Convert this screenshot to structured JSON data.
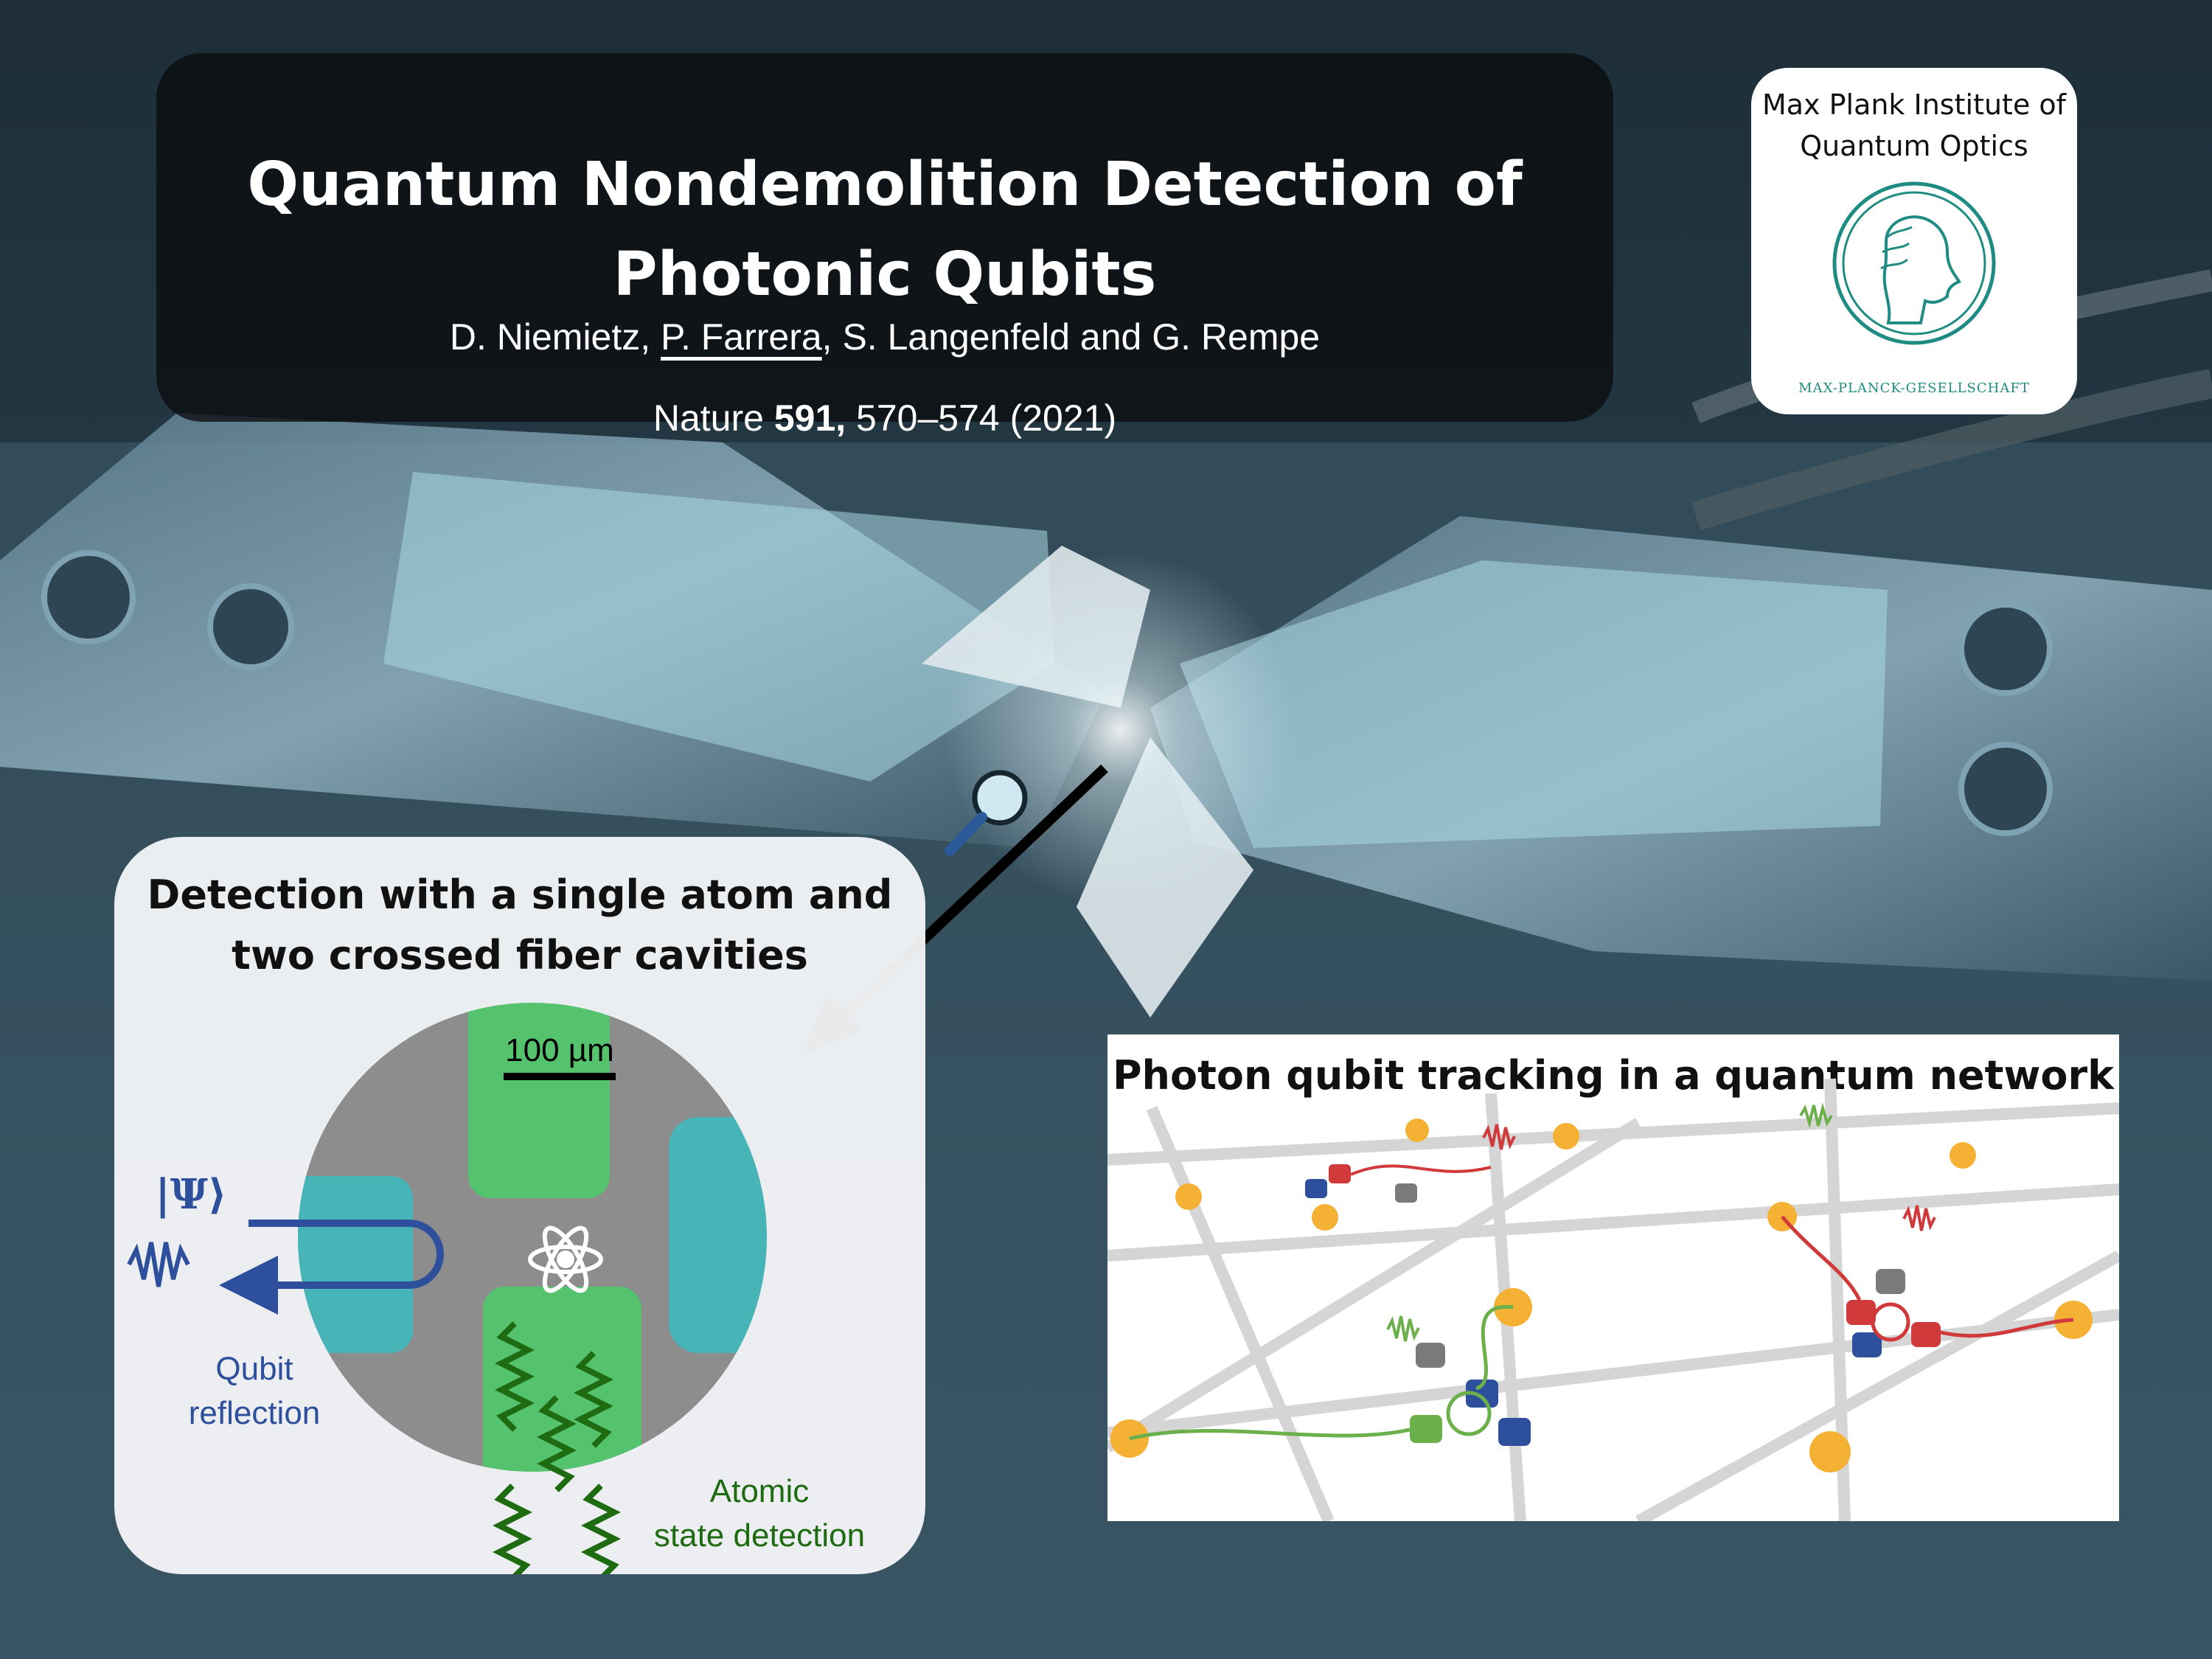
{
  "header": {
    "title_line1": "Quantum Nondemolition Detection of",
    "title_line2": "Photonic Qubits",
    "author1": "D. Niemietz, ",
    "author2": "P. Farrera",
    "author3": ", S. Langenfeld and G. Rempe",
    "journal": "Nature ",
    "volume": "591,",
    "pages_year": " 570–574 (2021)"
  },
  "logo": {
    "institute_line1": "Max Plank Institute of",
    "institute_line2": "Quantum Optics",
    "society": "MAX-PLANCK-GESELLSCHAFT"
  },
  "left_panel": {
    "title_line1": "Detection with a single atom and",
    "title_line2": "two crossed fiber cavities",
    "scale": "100 µm",
    "psi": "|Ψ⟩",
    "reflection_line1": "Qubit",
    "reflection_line2": "reflection",
    "atomic_line1": "Atomic",
    "atomic_line2": "state detection"
  },
  "right_panel": {
    "title": "Photon qubit tracking in a quantum network"
  },
  "colors": {
    "title_box": "#0a0c0e",
    "fiber_green": "#4fc96a",
    "fiber_cyan": "#3fb8bd",
    "wave_green": "#1f6b12",
    "qubit_blue": "#2d4f9c",
    "logo_teal": "#1e8c82",
    "network_node": "#f5b133"
  },
  "icons": [
    "magnifier-icon",
    "atom-icon",
    "arrow-icon"
  ]
}
